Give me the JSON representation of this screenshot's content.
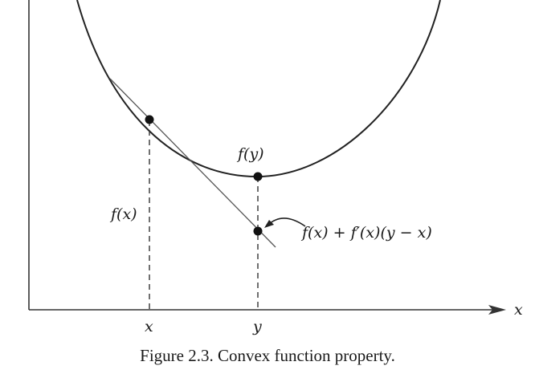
{
  "diagram": {
    "axis_label_x": "x",
    "label_fx": "f(x)",
    "label_fy": "f(y)",
    "label_tangent": "f(x) + f′(x)(y − x)",
    "tick_x": "x",
    "tick_y": "y",
    "caption": "Figure 2.3.  Convex function property."
  }
}
